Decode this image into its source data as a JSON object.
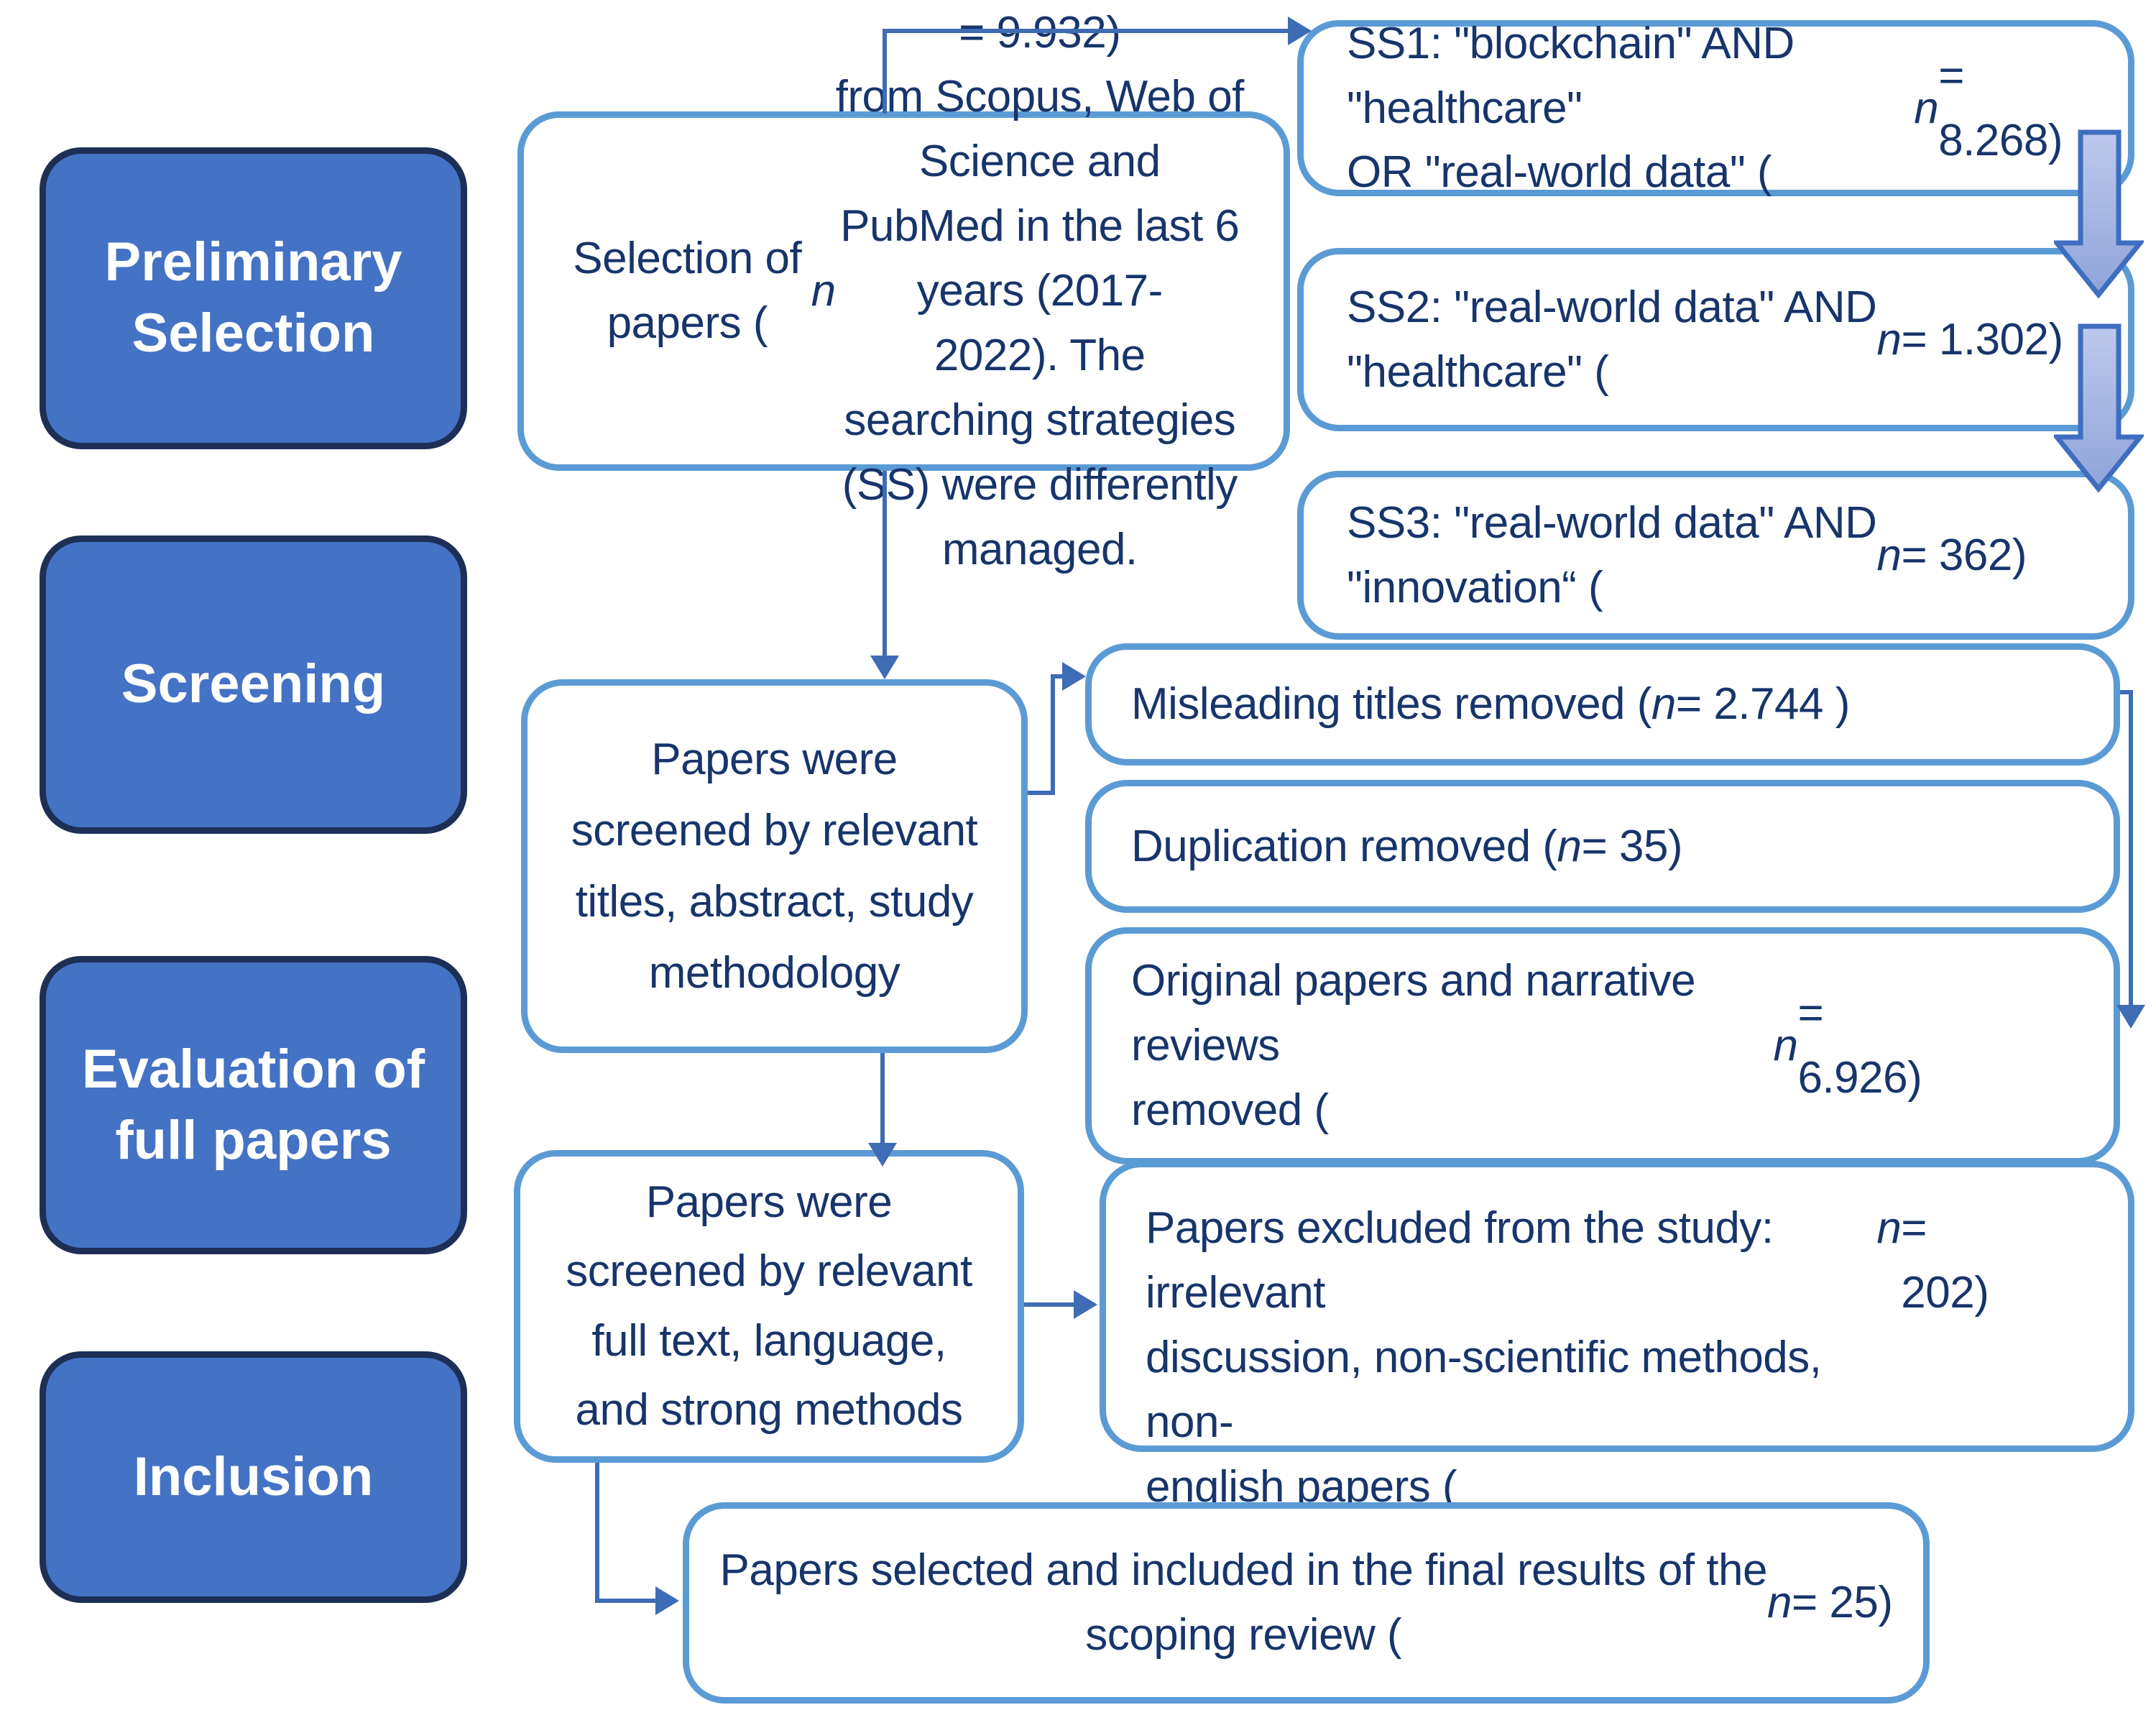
{
  "stages": [
    {
      "label": "Preliminary Selection"
    },
    {
      "label": "Screening"
    },
    {
      "label": "Evaluation of full papers"
    },
    {
      "label": "Inclusion"
    }
  ],
  "boxes": {
    "selection": "Selection of papers (n = 9.932)\nfrom Scopus, Web of Science and\nPubMed in the last 6 years (2017-\n2022). The searching strategies\n(SS) were differently managed.",
    "ss1": "SS1: \"blockchain\" AND \"healthcare\"\nOR \"real-world data\" (n = 8.268)",
    "ss2": "SS2: \"real-world data\" AND\n\"healthcare\" (n = 1.302)",
    "ss3": "SS3: \"real-world data\" AND\n\"innovation“ (n = 362)",
    "screen_titles": "Papers were\nscreened by relevant\ntitles, abstract, study\nmethodology",
    "misleading": "Misleading titles removed (n = 2.744 )",
    "duplication": "Duplication removed (n = 35)",
    "original": "Original papers and narrative reviews\nremoved (n = 6.926)",
    "screen_fulltext": "Papers were\nscreened by relevant\nfull text, language,\nand strong methods",
    "excluded": "Papers excluded from the study: irrelevant\ndiscussion, non-scientific methods, non-\nenglish papers (n = 202)",
    "final": "Papers selected and included in the final results of the\nscoping review (n = 25)"
  },
  "colors": {
    "stage_fill": "#4472C4",
    "stage_border": "#1D2F55",
    "stage_text": "#FFFFFF",
    "flow_border": "#5B9BD5",
    "flow_text": "#17356B",
    "connector": "#3E6CB5",
    "block_arrow_fill_top": "#BDC9EE",
    "block_arrow_fill_bottom": "#8FA4D9",
    "block_arrow_border": "#3F6EC0"
  }
}
